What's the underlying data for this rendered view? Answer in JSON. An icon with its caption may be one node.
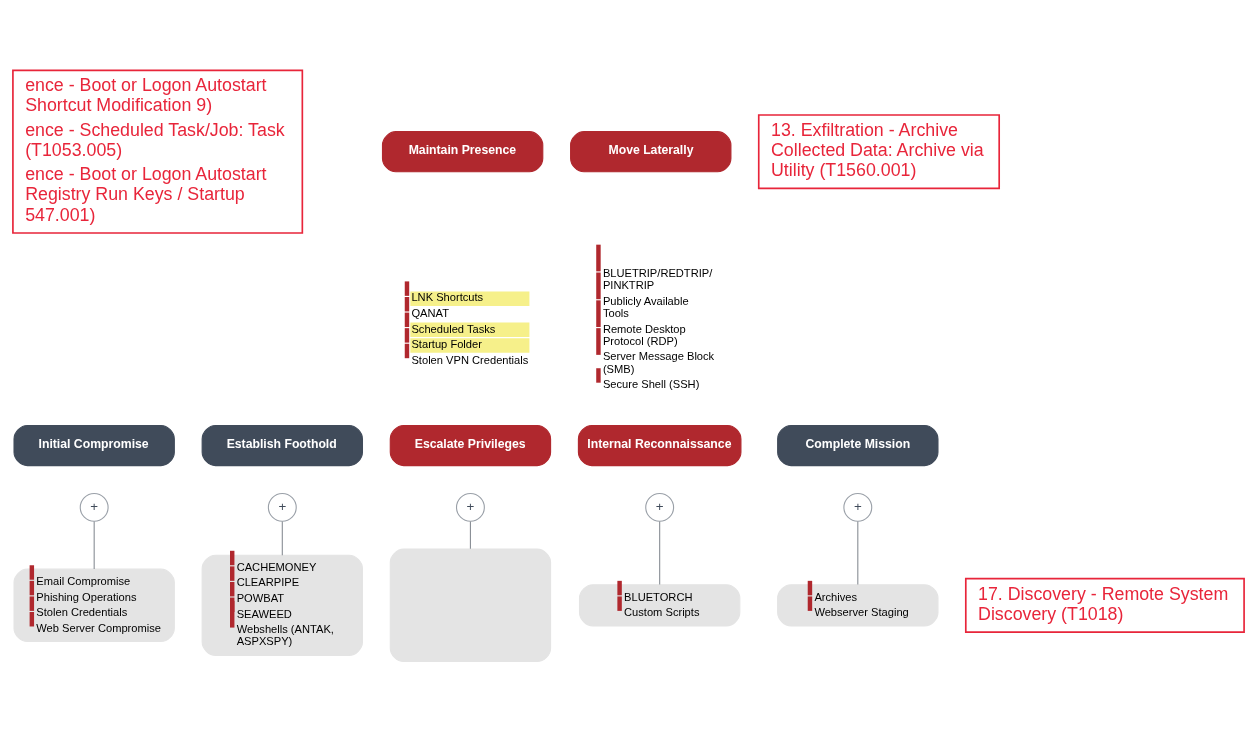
{
  "diagram": {
    "nodes": [
      {
        "text": [
          "ence - Boot or Logon Autostart Shortcut Modification 9)",
          "ence - Scheduled Task/Job: Task (T1053.005)",
          "ence - Boot or Logon Autostart Registry Run Keys / Startup 547.001)"
        ]
      },
      {
        "text": [
          "13. Exfiltration - Archive Collected Data: Archive via Utility (T1560.001)"
        ]
      },
      {
        "text": [
          "17. Discovery - Remote System Discovery (T1018)"
        ]
      },
      {
        "text": [
          "Maintain Presence"
        ]
      },
      {
        "text": [
          "LNK Shortcuts",
          "QANAT",
          "Scheduled Tasks",
          "Startup Folder",
          "Stolen VPN Credentials"
        ]
      },
      {
        "text": [
          "Move Laterally"
        ]
      },
      {
        "text": [
          "BLUETRIP/REDTRIP/ PINKTRIP",
          "Publicly Available Tools",
          "Remote Desktop Protocol (RDP)",
          "Server Message Block (SMB)",
          "Secure Shell (SSH)"
        ]
      },
      {
        "text": [
          "Initial Compromise"
        ]
      },
      {
        "text": [
          "Establish Foothold"
        ]
      },
      {
        "text": [
          "Escalate Privileges"
        ]
      },
      {
        "text": [
          "Internal Reconnaissance"
        ]
      },
      {
        "text": [
          "Complete Mission"
        ]
      },
      {
        "text": [
          "+"
        ]
      },
      {
        "text": [
          "+"
        ]
      },
      {
        "text": [
          "+"
        ]
      },
      {
        "text": [
          "+"
        ]
      },
      {
        "text": [
          "+"
        ]
      },
      {
        "text": [
          "Email Compromise",
          "Phishing Operations",
          "Stolen Credentials",
          "Web Server Compromise"
        ]
      },
      {
        "text": [
          "CACHEMONEY",
          "CLEARPIPE",
          "POWBAT",
          "SEAWEED",
          "Webshells (ANTAK, ASPXSPY)"
        ]
      },
      {
        "text": [],
        "shape": "box"
      },
      {
        "text": [
          "BLUETORCH",
          "Custom Scripts"
        ]
      },
      {
        "text": [
          "Archives",
          "Webserver Staging"
        ]
      }
    ],
    "edges": [
      {
        "from": 12,
        "to": 17,
        "arrow": "none"
      },
      {
        "from": 13,
        "to": 18,
        "arrow": "none"
      },
      {
        "from": 14,
        "to": 19,
        "arrow": "none"
      },
      {
        "from": 15,
        "to": 20,
        "arrow": "none"
      },
      {
        "from": 16,
        "to": 21,
        "arrow": "none"
      }
    ]
  }
}
